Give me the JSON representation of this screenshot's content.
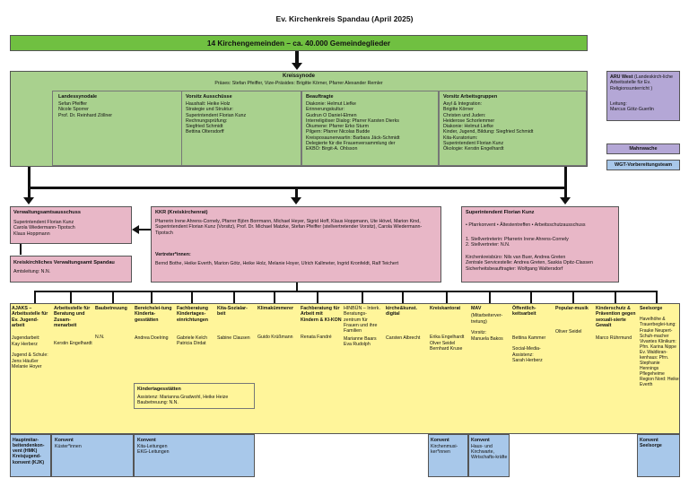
{
  "title": "Ev. Kirchenkreis Spandau (April 2025)",
  "gemeinden": "14 Kirchengemeinden – ca. 40.000 Gemeindeglieder",
  "kreissynode": {
    "title": "Kreissynode",
    "subtitle": "Präses: Stefan Pfeiffer, Vize-Präsides: Brigitte Körner, Pfarrer Alexander Remler"
  },
  "synode_cols": [
    {
      "title": "Landessynodale",
      "body": "Sefan Pfeiffer\nNicole Sporrer\nProf. Dr. Reinhard Zöllner"
    },
    {
      "title": "Vorsitz Ausschüsse",
      "body": "Haushalt: Heike Holz\nStrategie und Struktur:\nSuperintendent Florian Kunz\nRechnungsprüfung:\nSiegfried Schmidt\nBettina Oltersdorff"
    },
    {
      "title": "Beauftragte",
      "body": "Diakonie: Helmut Liefke\nErinnerungskultur:\nGudrun O Daniel-Elmen\nInterreligiöser Dialog: Pfarrer Karsten Dierks\nÖkumene: Pfarrer Erko Sturm\nPilgern: Pfarrer Nicolas Budde\nKreisposaunenwartin: Barbara Jäck-Schmidt\nDelegierte für die Frauenversammlung der\nEKBO: Birgit-A. Ohlsson"
    },
    {
      "title": "Vorsitz Arbeitsgruppen",
      "body": "Asyl & Integration:\nBrigitte Körner\nChristen und Juden:\nHeiderose Schorlemmer\nDiakonie: Helmut Liefke\nKinder, Jugend, Bildung: Siegfried Schmidt\nKita-Kuratorium:\nSuperintendent Florian Kunz\nÖkologie: Kerstin Engelhardt"
    }
  ],
  "aru": {
    "title": "ARU West",
    "desc": "(Landeskirch-liche Arbeitsstelle für Ev. Religionsunterricht )",
    "leitung": "Leitung:\nMarcus Götz-Guerlin"
  },
  "mahnwache": "Mahnwache",
  "wgt": "WGT-Vorbereitungsteam",
  "verwaltung": {
    "title": "Verwaltungsamtsausschuss",
    "body": "Superintendent Florian Kunz\nCarola Wiedermann-Tipotsch\nKlaus Hoppmann"
  },
  "kva": {
    "title": "Kreiskirchliches Verwaltungsamt Spandau",
    "body": "Amtsleitung:  N.N."
  },
  "kkr": {
    "title": "KKR (Kreiskirchenrat)",
    "body": "Pfarrerin Irene Ahrens-Cornely, Pfarrer Björn Borrmann, Michael Heyer, Sigrid Hoff, Klaus Hoppmann, Ute Hövel, Marion Kind, Superintendent Florian Kunz (Vorsitz), Prof. Dr. Michael Matzke, Stefan Pfeiffer (stellvertretender Vorsitz), Carola Wiedermann-Tipotsch",
    "vertreter_title": "Vertreter*innen:",
    "vertreter": "Bernd Bothe, Heike Everth, Marion Götz, Heike Holz, Melanie Hoyer, Ulrich Kallmeter, Ingrid Kronfeldt, Ralf Teichert"
  },
  "sup": {
    "title": "Superintendent Florian Kunz",
    "bullets": "• Pfarrkonvent  • Ältestentreffen  • Arbeitsschutzausschuss",
    "stv": "1. Stellvertreterin: Pfarrerin Irene Ahrens-Cornely\n2. Stellvertreter: N.N.",
    "buero": "Kirchenkreisbüro: Nils van Buer, Andrea Greten\nZentrale Servicestelle: Andrea Greten, Saskia Opitz-Classen\nSicherheitsbeauftragter: Wolfgang Waltersdorf"
  },
  "columns": [
    {
      "h": "AJAKS – Arbeitsstelle für Ev. Jugend-arbeit",
      "c": "Jugendarbeit:\nKay Herberz\n\nJugend & Schule:\nJens Häußer\nMelanie Hoyer"
    },
    {
      "h": "Arbeitsstelle für Beratung und Zusam-menarbeit",
      "c": "Kerstin Engelhardt"
    },
    {
      "h": "Baubetreuung",
      "c": "N.N."
    },
    {
      "h": "Bereichslei-tung Kinderta-gesstätten",
      "c": "Andrea Doelring"
    },
    {
      "h": "Fachberatung Kindertages-einrichtungen",
      "c": "Gabriele Kelch\nPatricia Dirdat"
    },
    {
      "h": "Kita-Sozialar-beit",
      "c": "Sabine Clausen"
    },
    {
      "h": "Klimakümmerer",
      "c": "Guido Krüßmann"
    },
    {
      "h": "Fachberatung für Arbeit mit Kindern & KI-KON",
      "c": "Renata Fandré"
    },
    {
      "h": "HINBÜN – Interk. Beratungs-zentrum für Frauen und ihre Familien",
      "c": "Marianne Baars\nEva Rudolph"
    },
    {
      "h": "kirche&kunst. digital",
      "c": "Carsten Albrecht"
    },
    {
      "h": "Kreiskantorat",
      "c": "Erika Engelhardt\nOlver Seidel\nBernhard Kruse"
    },
    {
      "h": "MAV",
      "c": "(Mitarbeiterver-tretung)\n\nVorsitz:\nManuela Bakos"
    },
    {
      "h": "Öffentlich-keitsarbeit",
      "c": "Bettina Kammer\n\nSocial-Media-Assistenz:\nSarah Herberz"
    },
    {
      "h": "Popular-musik",
      "c": "Oliver Seidel"
    },
    {
      "h": "Kinderschutz & Prävention gegen sexuali-sierte Gewalt",
      "c": "Marco Rührmund"
    },
    {
      "h": "Seelsorge",
      "c": "Havelhöhe & Trauerbeglei-tung: Frauke Neupert-Schuh-macher\nVivantes Klinikum: Pfrn. Karina Nippe\nEv. Waldkran-kenhaus: Pfrn. Stephanie Hennings\nPflegeheime Region Nord: Heike Everth"
    }
  ],
  "kita_box": {
    "title": "Kindertagesstätten",
    "body": "Assistenz: Marianna Gradwohl, Heike Heize\nBaubetreuung: N.N."
  },
  "bottom": [
    {
      "h": "Hauptmitar-beitendenkon-vent (HMK)\nKreisjugend-konvent (KJK)",
      "c": ""
    },
    {
      "h": "Konvent",
      "c": "Küster*innen"
    },
    {
      "h": "Konvent",
      "c": "Kita-Leitungen\nEKG-Leitungen"
    },
    {
      "h": "Konvent",
      "c": "Kirchenmusi-ker*innen"
    },
    {
      "h": "Konvent",
      "c": "Haus- und Kirchwarte, Wirtschafts-kräfte"
    },
    {
      "h": "Konvent\nSeelsorge",
      "c": ""
    }
  ],
  "colors": {
    "green": "#a9d18e",
    "bright_green": "#70c041",
    "pink": "#e8b7c7",
    "yellow": "#fff59a",
    "blue": "#a8c8ea",
    "lavender": "#b4a7d6"
  }
}
